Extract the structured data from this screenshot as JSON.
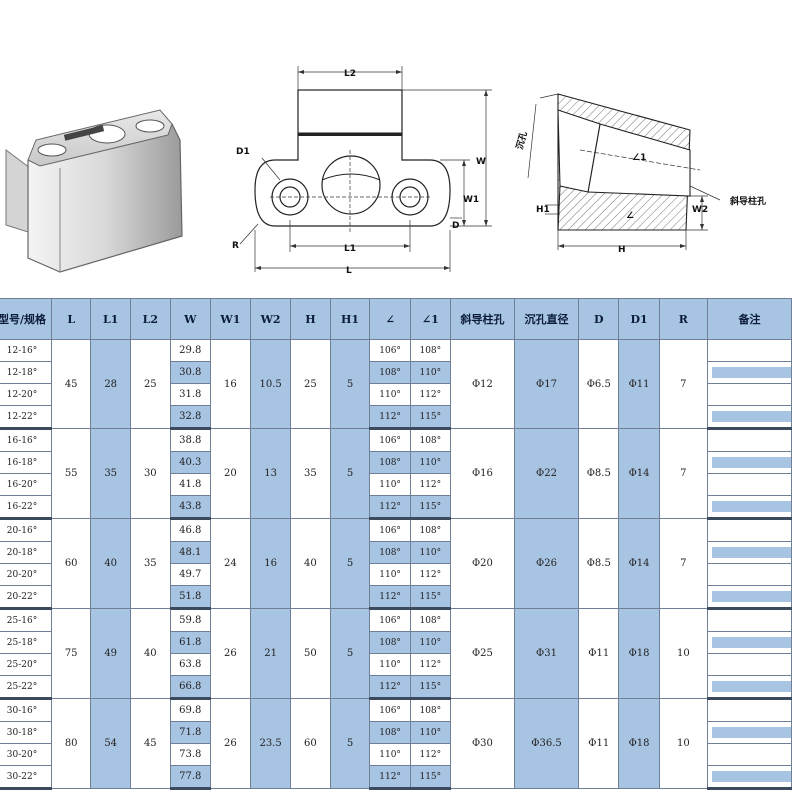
{
  "drawings": {
    "front_labels": {
      "l2": "L2",
      "d1": "D1",
      "w": "W",
      "w1": "W1",
      "r": "R",
      "d": "D",
      "l1": "L1",
      "l": "L"
    },
    "side_labels": {
      "h1": "H1",
      "w2": "W2",
      "h": "H",
      "sink": "沉孔",
      "angle": "∠",
      "angle1": "∠1",
      "pin": "斜导柱孔"
    }
  },
  "table": {
    "headers": [
      "型号/规格",
      "L",
      "L1",
      "L2",
      "W",
      "W1",
      "W2",
      "H",
      "H1",
      "∠",
      "∠1",
      "斜导柱孔",
      "沉孔直径",
      "D",
      "D1",
      "R",
      "备注"
    ],
    "groups": [
      {
        "L": "45",
        "L1": "28",
        "L2": "25",
        "W1": "16",
        "W2": "10.5",
        "H": "25",
        "H1": "5",
        "pin": "Φ12",
        "sink": "Φ17",
        "D": "Φ6.5",
        "D1": "Φ11",
        "R": "7",
        "rows": [
          {
            "model": "12-16°",
            "W": "29.8",
            "a": "106°",
            "a1": "108°"
          },
          {
            "model": "12-18°",
            "W": "30.8",
            "a": "108°",
            "a1": "110°"
          },
          {
            "model": "12-20°",
            "W": "31.8",
            "a": "110°",
            "a1": "112°"
          },
          {
            "model": "12-22°",
            "W": "32.8",
            "a": "112°",
            "a1": "115°"
          }
        ]
      },
      {
        "L": "55",
        "L1": "35",
        "L2": "30",
        "W1": "20",
        "W2": "13",
        "H": "35",
        "H1": "5",
        "pin": "Φ16",
        "sink": "Φ22",
        "D": "Φ8.5",
        "D1": "Φ14",
        "R": "7",
        "rows": [
          {
            "model": "16-16°",
            "W": "38.8",
            "a": "106°",
            "a1": "108°"
          },
          {
            "model": "16-18°",
            "W": "40.3",
            "a": "108°",
            "a1": "110°"
          },
          {
            "model": "16-20°",
            "W": "41.8",
            "a": "110°",
            "a1": "112°"
          },
          {
            "model": "16-22°",
            "W": "43.8",
            "a": "112°",
            "a1": "115°"
          }
        ]
      },
      {
        "L": "60",
        "L1": "40",
        "L2": "35",
        "W1": "24",
        "W2": "16",
        "H": "40",
        "H1": "5",
        "pin": "Φ20",
        "sink": "Φ26",
        "D": "Φ8.5",
        "D1": "Φ14",
        "R": "7",
        "rows": [
          {
            "model": "20-16°",
            "W": "46.8",
            "a": "106°",
            "a1": "108°"
          },
          {
            "model": "20-18°",
            "W": "48.1",
            "a": "108°",
            "a1": "110°"
          },
          {
            "model": "20-20°",
            "W": "49.7",
            "a": "110°",
            "a1": "112°"
          },
          {
            "model": "20-22°",
            "W": "51.8",
            "a": "112°",
            "a1": "115°"
          }
        ]
      },
      {
        "L": "75",
        "L1": "49",
        "L2": "40",
        "W1": "26",
        "W2": "21",
        "H": "50",
        "H1": "5",
        "pin": "Φ25",
        "sink": "Φ31",
        "D": "Φ11",
        "D1": "Φ18",
        "R": "10",
        "rows": [
          {
            "model": "25-16°",
            "W": "59.8",
            "a": "106°",
            "a1": "108°"
          },
          {
            "model": "25-18°",
            "W": "61.8",
            "a": "108°",
            "a1": "110°"
          },
          {
            "model": "25-20°",
            "W": "63.8",
            "a": "110°",
            "a1": "112°"
          },
          {
            "model": "25-22°",
            "W": "66.8",
            "a": "112°",
            "a1": "115°"
          }
        ]
      },
      {
        "L": "80",
        "L1": "54",
        "L2": "45",
        "W1": "26",
        "W2": "23.5",
        "H": "60",
        "H1": "5",
        "pin": "Φ30",
        "sink": "Φ36.5",
        "D": "Φ11",
        "D1": "Φ18",
        "R": "10",
        "rows": [
          {
            "model": "30-16°",
            "W": "69.8",
            "a": "106°",
            "a1": "108°"
          },
          {
            "model": "30-18°",
            "W": "71.8",
            "a": "108°",
            "a1": "110°"
          },
          {
            "model": "30-20°",
            "W": "73.8",
            "a": "110°",
            "a1": "112°"
          },
          {
            "model": "30-22°",
            "W": "77.8",
            "a": "112°",
            "a1": "115°"
          }
        ]
      }
    ]
  }
}
